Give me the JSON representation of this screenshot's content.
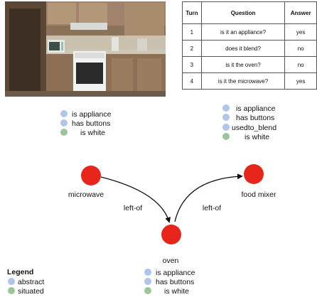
{
  "table": {
    "headers": [
      "Turn",
      "Question",
      "Answer"
    ],
    "rows": [
      [
        "1",
        "is it an appliance?",
        "yes"
      ],
      [
        "2",
        "does it blend?",
        "no"
      ],
      [
        "3",
        "is it the oven?",
        "no"
      ],
      [
        "4",
        "is it the microwave?",
        "yes"
      ]
    ]
  },
  "graph": {
    "nodes": {
      "microwave": {
        "label": "microwave",
        "attributes": [
          {
            "text": "is appliance",
            "type": "abstract"
          },
          {
            "text": "has buttons",
            "type": "abstract"
          },
          {
            "text": "is white",
            "type": "situated"
          }
        ]
      },
      "food_mixer": {
        "label": "food mixer",
        "attributes": [
          {
            "text": "is appliance",
            "type": "abstract"
          },
          {
            "text": "has buttons",
            "type": "abstract"
          },
          {
            "text": "usedto_blend",
            "type": "abstract"
          },
          {
            "text": "is white",
            "type": "situated"
          }
        ]
      },
      "oven": {
        "label": "oven",
        "attributes": [
          {
            "text": "is appliance",
            "type": "abstract"
          },
          {
            "text": "has buttons",
            "type": "abstract"
          },
          {
            "text": "is white",
            "type": "situated"
          }
        ]
      }
    },
    "edges": [
      {
        "from": "microwave",
        "to": "oven",
        "label": "left-of"
      },
      {
        "from": "oven",
        "to": "food_mixer",
        "label": "left-of"
      }
    ]
  },
  "legend": {
    "title": "Legend",
    "items": [
      {
        "label": "abstract",
        "color": "#aec6ea"
      },
      {
        "label": "situated",
        "color": "#9dc49a"
      }
    ]
  },
  "colors": {
    "node": "#e8251a",
    "abstract": "#aec6ea",
    "situated": "#9dc49a"
  }
}
